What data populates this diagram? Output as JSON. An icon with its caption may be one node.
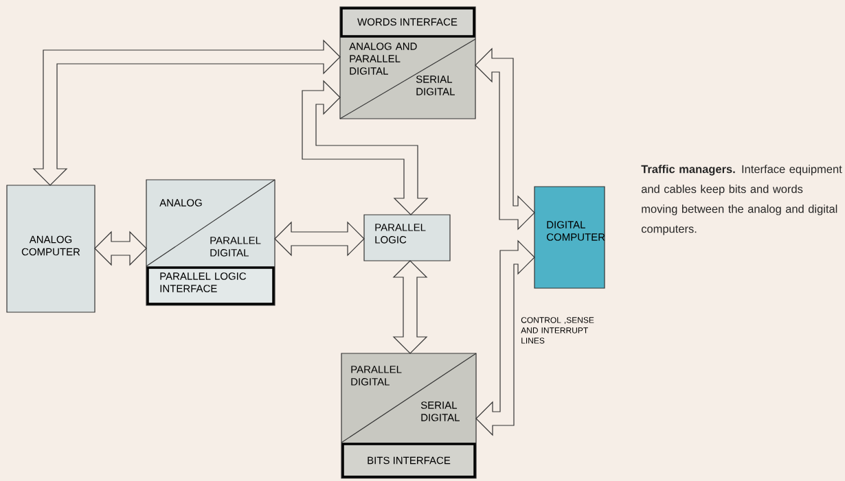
{
  "diagram": {
    "caption": "**Traffic managers.** Interface equipment and cables keep bits and words moving between the analog and digital computers.",
    "nodes": [
      {
        "text": [
          "WORDS INTERFACE",
          "ANALOG AND PARALLEL DIGITAL",
          "SERIAL DIGITAL"
        ]
      },
      {
        "text": [
          "ANALOG COMPUTER"
        ]
      },
      {
        "text": [
          "ANALOG",
          "PARALLEL DIGITAL",
          "PARALLEL LOGIC INTERFACE"
        ]
      },
      {
        "text": [
          "PARALLEL LOGIC"
        ]
      },
      {
        "text": [
          "DIGITAL COMPUTER"
        ]
      },
      {
        "text": [
          "PARALLEL DIGITAL",
          "SERIAL DIGITAL",
          "BITS INTERFACE"
        ]
      }
    ],
    "edges": [
      {
        "from": 0,
        "to": 1,
        "arrow": "both"
      },
      {
        "from": 0,
        "to": 3,
        "arrow": "both"
      },
      {
        "from": 0,
        "to": 4,
        "arrow": "both"
      },
      {
        "from": 1,
        "to": 2,
        "arrow": "both"
      },
      {
        "from": 2,
        "to": 3,
        "arrow": "both"
      },
      {
        "from": 3,
        "to": 5,
        "arrow": "both"
      },
      {
        "from": 4,
        "to": 5,
        "arrow": "both",
        "label": "CONTROL ,SENSE AND INTERRUPT LINES"
      }
    ]
  }
}
